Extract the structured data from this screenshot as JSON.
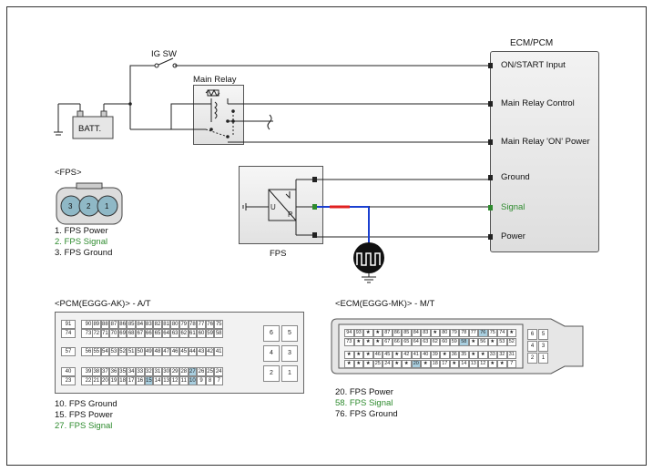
{
  "ecm": {
    "title": "ECM/PCM",
    "pins": [
      "ON/START Input",
      "Main Relay Control",
      "Main Relay 'ON' Power",
      "Ground",
      "Signal",
      "Power"
    ]
  },
  "ig_sw": "IG SW",
  "main_relay": "Main Relay",
  "battery": "BATT.",
  "fps_label": "FPS",
  "fps_connector": {
    "title": "<FPS>",
    "pins": [
      "3",
      "2",
      "1"
    ],
    "legend": [
      "1. FPS Power",
      "2. FPS Signal",
      "3. FPS Ground"
    ]
  },
  "pcm_connector": {
    "title": "<PCM(EGGG-AK)> - A/T",
    "row1": [
      "91",
      "90",
      "89",
      "88",
      "87",
      "86",
      "85",
      "84",
      "83",
      "82",
      "81",
      "80",
      "79",
      "78",
      "77",
      "76",
      "75"
    ],
    "row2": [
      "74",
      "73",
      "72",
      "71",
      "70",
      "69",
      "68",
      "67",
      "66",
      "65",
      "64",
      "63",
      "62",
      "61",
      "60",
      "59",
      "58"
    ],
    "row3": [
      "57",
      "56",
      "55",
      "54",
      "53",
      "52",
      "51",
      "50",
      "49",
      "48",
      "47",
      "46",
      "45",
      "44",
      "43",
      "42",
      "41"
    ],
    "row4": [
      "40",
      "39",
      "38",
      "37",
      "36",
      "35",
      "34",
      "33",
      "32",
      "31",
      "30",
      "29",
      "28",
      "27",
      "26",
      "25",
      "24"
    ],
    "row5": [
      "23",
      "22",
      "21",
      "20",
      "19",
      "18",
      "17",
      "16",
      "15",
      "14",
      "13",
      "12",
      "11",
      "10",
      "9",
      "8",
      "7"
    ],
    "right_pins": [
      "6",
      "5",
      "4",
      "3",
      "2",
      "1"
    ],
    "legend": [
      "10. FPS Ground",
      "15. FPS Power",
      "27. FPS Signal"
    ]
  },
  "ecm_connector": {
    "title": "<ECM(EGGG-MK)> - M/T",
    "right_pins": [
      "6",
      "5",
      "4",
      "3",
      "2",
      "1"
    ],
    "legend": [
      "20. FPS Power",
      "58. FPS Signal",
      "76. FPS Ground"
    ]
  },
  "colors": {
    "signal_green": "#2e8b2e",
    "wire_blue": "#1a3fd0",
    "highlight_red": "#e02020",
    "pin_highlight": "#a9cfe0"
  }
}
